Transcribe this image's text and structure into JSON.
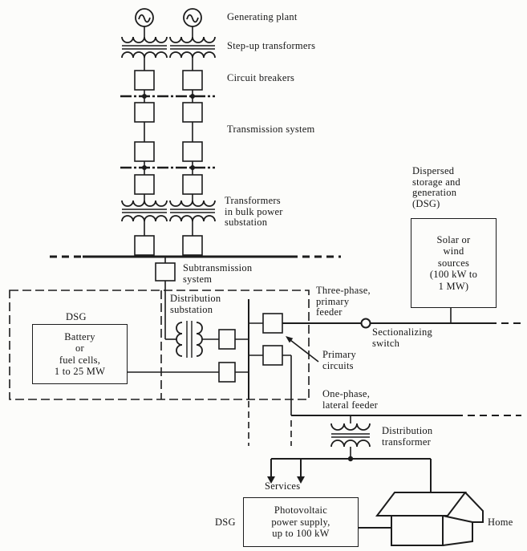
{
  "figure": {
    "title_implicit": "Electric power system with dispersed storage and generation",
    "colors": {
      "ink": "#1c1c1c",
      "background": "#fcfcfa"
    },
    "labels": {
      "generating_plant": "Generating plant",
      "step_up_transformers": "Step-up transformers",
      "circuit_breakers": "Circuit breakers",
      "transmission_system": "Transmission system",
      "bulk_transformers": "Transformers\nin bulk power\nsubstation",
      "subtransmission": "Subtransmission\nsystem",
      "dsg_right": "Dispersed\nstorage and\ngeneration\n(DSG)",
      "distribution_substation": "Distribution\nsubstation",
      "dsg_left": "DSG",
      "three_phase": "Three-phase,\nprimary\nfeeder",
      "sectionalizing": "Sectionalizing\nswitch",
      "primary_circuits": "Primary\ncircuits",
      "one_phase": "One-phase,\nlateral feeder",
      "distribution_transformer": "Distribution\ntransformer",
      "services": "Services",
      "dsg_bottom": "DSG",
      "home": "Home"
    },
    "boxes": {
      "solar": "Solar or\nwind\nsources\n(100 kW to\n1 MW)",
      "battery": "Battery\nor\nfuel cells,\n1 to 25 MW",
      "photovoltaic": "Photovoltaic\npower supply,\nup to 100 kW"
    }
  }
}
